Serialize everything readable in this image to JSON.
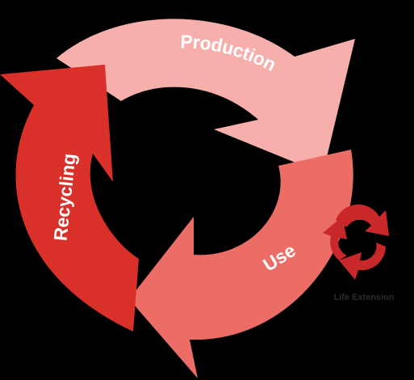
{
  "diagram": {
    "stages": [
      {
        "name": "production",
        "label": "Production",
        "color": "#f6afab"
      },
      {
        "name": "use",
        "label": "Use",
        "color": "#ec6c66"
      },
      {
        "name": "recycling",
        "label": "Recycling",
        "color": "#d9302a"
      }
    ],
    "life_extension": {
      "label": "Life Extension",
      "icon": "small-recycle-icon",
      "color": "#c8282a",
      "text_color": "#2b2b2b"
    }
  }
}
